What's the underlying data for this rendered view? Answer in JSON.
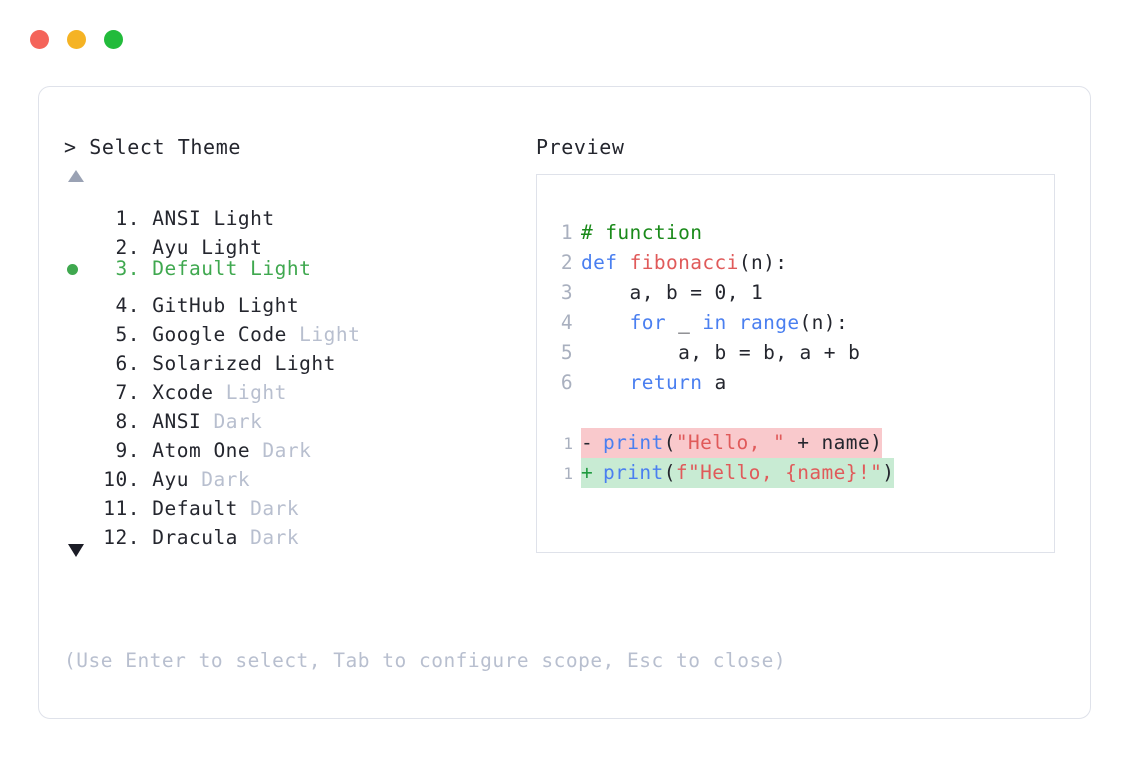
{
  "window": {
    "dots": [
      {
        "name": "close-dot",
        "color": "#f4645a"
      },
      {
        "name": "minimize-dot",
        "color": "#f5b324"
      },
      {
        "name": "maximize-dot",
        "color": "#22bb3b"
      }
    ]
  },
  "prompt": {
    "label": "> Select Theme",
    "scroll_up": "▲",
    "scroll_down": "▼"
  },
  "preview": {
    "label": "Preview"
  },
  "themes": [
    {
      "index": " 1.",
      "name": "ANSI",
      "variant": "Light",
      "variant_muted": false,
      "selected": false
    },
    {
      "index": " 2.",
      "name": "Ayu",
      "variant": "Light",
      "variant_muted": false,
      "selected": false
    },
    {
      "index": " 3.",
      "name": "Default",
      "variant": "Light",
      "variant_muted": false,
      "selected": true
    },
    {
      "index": " 4.",
      "name": "GitHub",
      "variant": "Light",
      "variant_muted": false,
      "selected": false
    },
    {
      "index": " 5.",
      "name": "Google Code",
      "variant": "Light",
      "variant_muted": true,
      "selected": false
    },
    {
      "index": " 6.",
      "name": "Solarized",
      "variant": "Light",
      "variant_muted": false,
      "selected": false
    },
    {
      "index": " 7.",
      "name": "Xcode",
      "variant": "Light",
      "variant_muted": true,
      "selected": false
    },
    {
      "index": " 8.",
      "name": "ANSI",
      "variant": "Dark",
      "variant_muted": true,
      "selected": false
    },
    {
      "index": " 9.",
      "name": "Atom One",
      "variant": "Dark",
      "variant_muted": true,
      "selected": false
    },
    {
      "index": "10.",
      "name": "Ayu",
      "variant": "Dark",
      "variant_muted": true,
      "selected": false
    },
    {
      "index": "11.",
      "name": "Default",
      "variant": "Dark",
      "variant_muted": true,
      "selected": false
    },
    {
      "index": "12.",
      "name": "Dracula",
      "variant": "Dark",
      "variant_muted": true,
      "selected": false
    }
  ],
  "code": {
    "lines": [
      {
        "num": "1",
        "tokens": [
          {
            "t": "# function",
            "c": "comment"
          }
        ]
      },
      {
        "num": "2",
        "tokens": [
          {
            "t": "def ",
            "c": "kw"
          },
          {
            "t": "fibonacci",
            "c": "fn"
          },
          {
            "t": "(n):",
            "c": "plain"
          }
        ]
      },
      {
        "num": "3",
        "tokens": [
          {
            "t": "    a, b = ",
            "c": "plain"
          },
          {
            "t": "0",
            "c": "num"
          },
          {
            "t": ", ",
            "c": "plain"
          },
          {
            "t": "1",
            "c": "num"
          }
        ]
      },
      {
        "num": "4",
        "tokens": [
          {
            "t": "    ",
            "c": "plain"
          },
          {
            "t": "for",
            "c": "kw"
          },
          {
            "t": " _ ",
            "c": "plain"
          },
          {
            "t": "in",
            "c": "kw"
          },
          {
            "t": " ",
            "c": "plain"
          },
          {
            "t": "range",
            "c": "kw"
          },
          {
            "t": "(n):",
            "c": "plain"
          }
        ]
      },
      {
        "num": "5",
        "tokens": [
          {
            "t": "        a, b = b, a + b",
            "c": "plain"
          }
        ]
      },
      {
        "num": "6",
        "tokens": [
          {
            "t": "    ",
            "c": "plain"
          },
          {
            "t": "return",
            "c": "kw"
          },
          {
            "t": " a",
            "c": "plain"
          }
        ]
      }
    ],
    "diff": [
      {
        "num": "1",
        "sign": "-",
        "kind": "del",
        "tokens": [
          {
            "t": "print",
            "c": "kw"
          },
          {
            "t": "(",
            "c": "plain"
          },
          {
            "t": "\"Hello, \"",
            "c": "str"
          },
          {
            "t": " + name)",
            "c": "plain"
          }
        ]
      },
      {
        "num": "1",
        "sign": "+",
        "kind": "add",
        "tokens": [
          {
            "t": "print",
            "c": "kw"
          },
          {
            "t": "(",
            "c": "plain"
          },
          {
            "t": "f\"Hello, {name}!\"",
            "c": "str"
          },
          {
            "t": ")",
            "c": "plain"
          }
        ]
      }
    ]
  },
  "hint": "(Use Enter to select, Tab to configure scope, Esc to close)",
  "colors": {
    "accent_green": "#3fa84f",
    "muted": "#b8bfcf",
    "text": "#24262e",
    "border": "#dfe2ea",
    "diff_del_bg": "#f9c9cc",
    "diff_add_bg": "#c8ebd3",
    "kw": "#4a7ff0",
    "fn": "#e05a5a",
    "str": "#e05a5a",
    "comment": "#1a8a1a",
    "linenum": "#a9b0bf"
  }
}
